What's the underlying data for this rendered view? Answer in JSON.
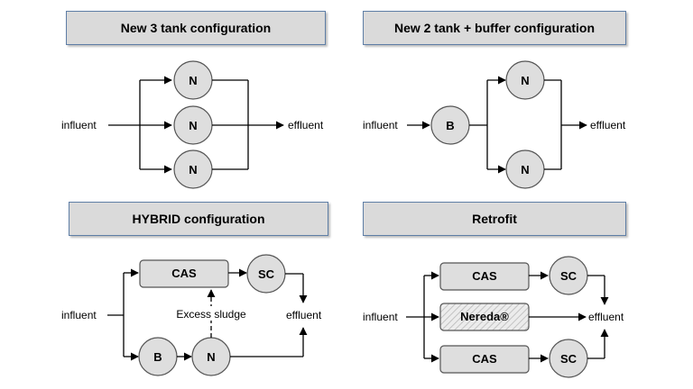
{
  "panels": {
    "tank3": {
      "title": "New 3 tank configuration",
      "influent": "influent",
      "effluent": "effluent",
      "nodes": [
        "N",
        "N",
        "N"
      ]
    },
    "tank2buffer": {
      "title": "New 2 tank + buffer configuration",
      "influent": "influent",
      "effluent": "effluent",
      "buffer": "B",
      "nodes": [
        "N",
        "N"
      ]
    },
    "hybrid": {
      "title": "HYBRID configuration",
      "influent": "influent",
      "effluent": "effluent",
      "cas": "CAS",
      "sc": "SC",
      "buffer": "B",
      "nereda": "N",
      "excess_sludge": "Excess sludge"
    },
    "retrofit": {
      "title": "Retrofit",
      "influent": "influent",
      "effluent": "effluent",
      "cas_top": "CAS",
      "sc_top": "SC",
      "nereda": "Nereda®",
      "cas_bottom": "CAS",
      "sc_bottom": "SC"
    }
  },
  "colors": {
    "header_fill": "#dadada",
    "header_border": "#5e7ea6",
    "node_fill": "#dedede",
    "node_stroke": "#555555"
  }
}
